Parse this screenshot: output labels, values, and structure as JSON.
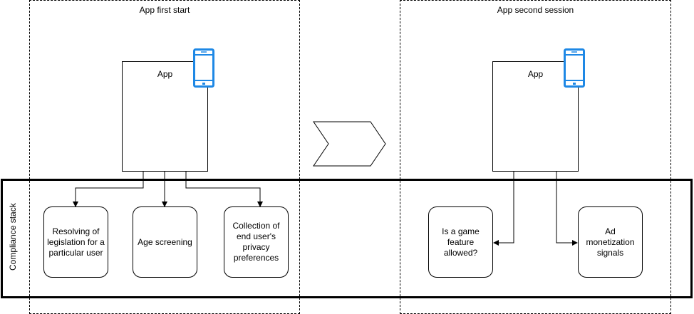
{
  "regions": {
    "first": {
      "title": "App first start"
    },
    "second": {
      "title": "App second session"
    }
  },
  "apps": {
    "first": {
      "label": "App"
    },
    "second": {
      "label": "App"
    }
  },
  "stack": {
    "label": "Compliance stack"
  },
  "nodes": {
    "legislation": "Resolving of legislation for a particular user",
    "age": "Age screening",
    "privacy": "Collection of end user's privacy preferences",
    "feature": "Is a game feature allowed?",
    "ads": "Ad monetization signals"
  },
  "colors": {
    "phone": "#1e88e5",
    "line": "#000000"
  },
  "icons": {
    "phone": "mobile-phone-icon",
    "chevron": "chevron-arrow"
  }
}
